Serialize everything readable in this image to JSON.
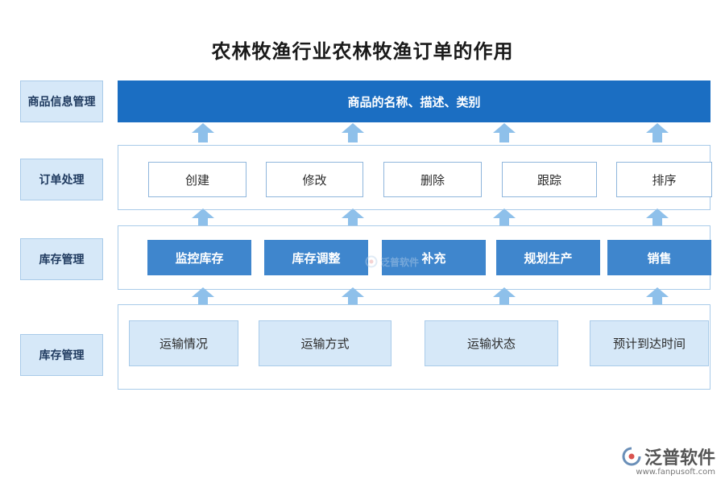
{
  "title": "农林牧渔行业农林牧渔订单的作用",
  "side_labels": [
    "商品信息管理",
    "订单处理",
    "库存管理",
    "库存管理"
  ],
  "top_band": "商品的名称、描述、类别",
  "order_items": [
    "创建",
    "修改",
    "删除",
    "跟踪",
    "排序"
  ],
  "inventory_items": [
    "监控库存",
    "库存调整",
    "补充",
    "规划生产",
    "销售"
  ],
  "transport_items": [
    "运输情况",
    "运输方式",
    "运输状态",
    "预计到达时间"
  ],
  "watermark": "泛普软件",
  "logo": {
    "name": "泛普软件",
    "url": "www.fanpusoft.com"
  },
  "colors": {
    "primary": "#1b6ec2",
    "solid_box": "#3f86cd",
    "light_fill": "#d6e8f8",
    "arrow": "#8ec0ea"
  }
}
